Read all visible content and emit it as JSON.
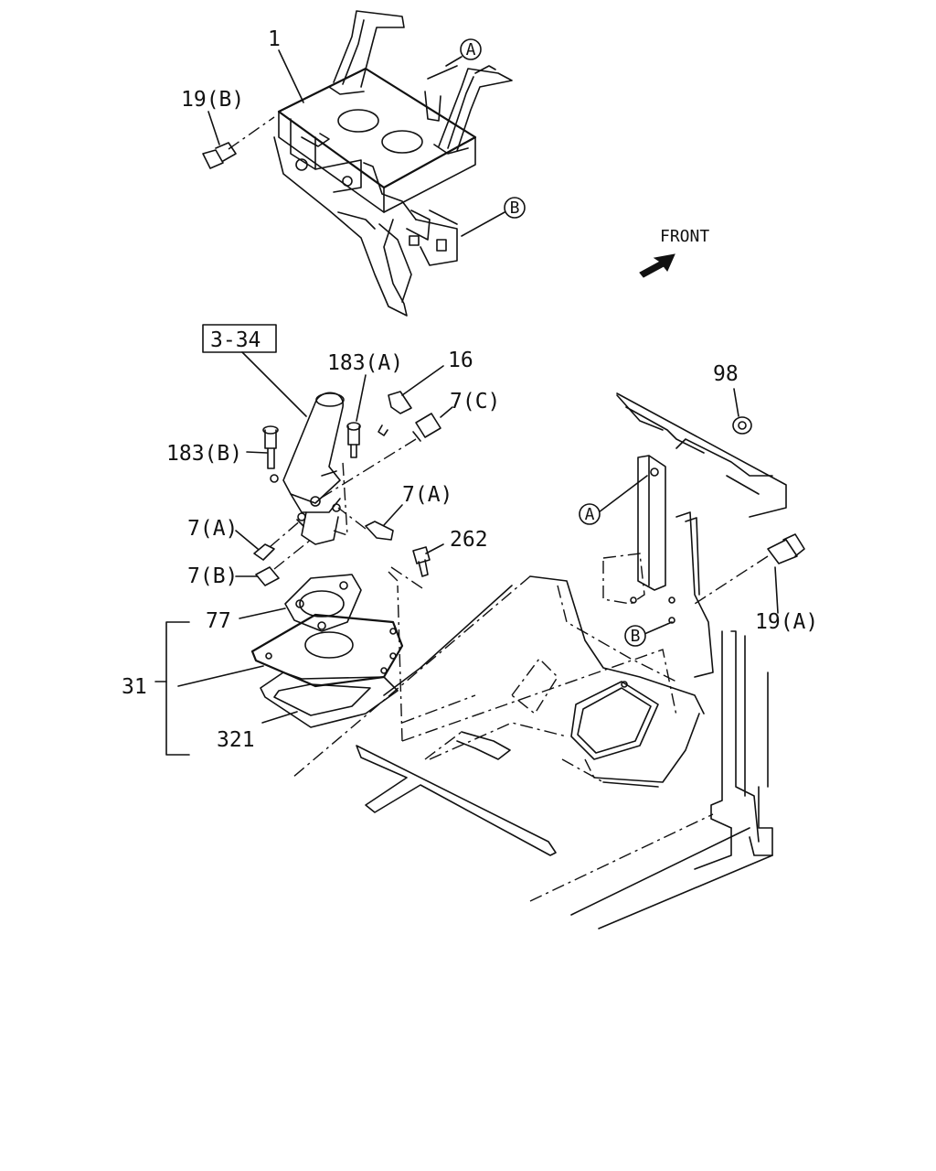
{
  "labels": {
    "p1": "1",
    "p19b": "19(B)",
    "p334": "3-34",
    "p183a": "183(A)",
    "p16": "16",
    "p7c": "7(C)",
    "p183b": "183(B)",
    "p7a_right": "7(A)",
    "p7a_left": "7(A)",
    "p262": "262",
    "p7b": "7(B)",
    "p77": "77",
    "p31": "31",
    "p321": "321",
    "p98": "98",
    "p19a": "19(A)",
    "front": "FRONT"
  },
  "callouts": {
    "a_top": "A",
    "b_top": "B",
    "a_bottom": "A",
    "b_bottom": "B"
  },
  "icons": {
    "front_arrow": "arrow-northeast-icon"
  }
}
